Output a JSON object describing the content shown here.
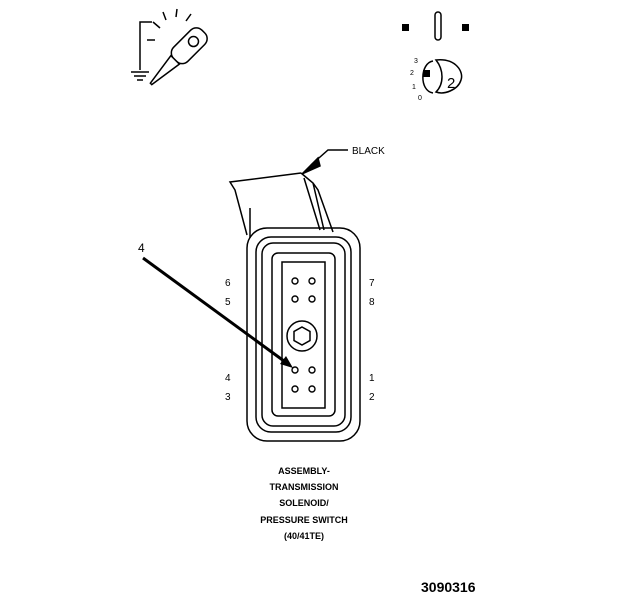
{
  "callouts": {
    "wire_color": "BLACK",
    "pin_callout": "4"
  },
  "pins": [
    {
      "label": "6"
    },
    {
      "label": "5"
    },
    {
      "label": "4"
    },
    {
      "label": "3"
    },
    {
      "label": "7"
    },
    {
      "label": "8"
    },
    {
      "label": "1"
    },
    {
      "label": "2"
    }
  ],
  "ignition_icon": {
    "positions": [
      "3",
      "2",
      "1",
      "0"
    ],
    "selected": "2"
  },
  "caption": {
    "lines": [
      "ASSEMBLY-",
      "TRANSMISSION",
      "SOLENOID/",
      "PRESSURE SWITCH",
      "(40/41TE)"
    ]
  },
  "figure_number": "3090316",
  "colors": {
    "line": "#000000",
    "background": "#ffffff"
  }
}
